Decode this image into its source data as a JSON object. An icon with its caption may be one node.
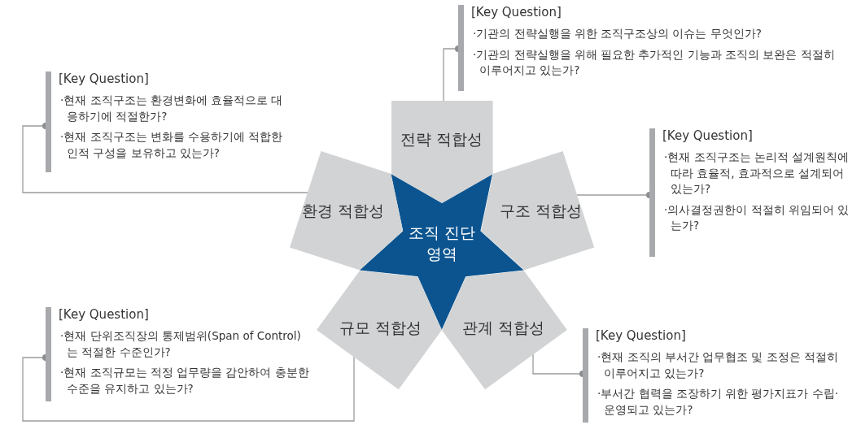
{
  "diagram": {
    "nodes": [
      {
        "text": [
          "조직 진단영역"
        ]
      },
      {
        "text": [
          "전략 적합성"
        ]
      },
      {
        "text": [
          "구조 적합성"
        ]
      },
      {
        "text": [
          "관계 적합성"
        ]
      },
      {
        "text": [
          "규모 적합성"
        ]
      },
      {
        "text": [
          "환경 적합성"
        ]
      },
      {
        "text": [
          "[Key Question]",
          "·기관의 전략실행을 위한 조직구조상의 이슈는 무엇인가?",
          "·기관의 전략실행을 위해 필요한 추가적인 기능과 조직의 보완은 적절히 이루어지고 있는가?"
        ]
      },
      {
        "text": [
          "[Key Question]",
          "·현재 조직구조는 논리적 설계원칙에 따라 효율적, 효과적으로 설계되어 있는가?",
          "·의사결정권한이 적절히 위임되어 있는가?"
        ]
      },
      {
        "text": [
          "[Key Question]",
          "·현재 조직의 부서간 업무협조 및 조정은 적절히 이루어지고 있는가?",
          "·부서간 협력을 조장하기 위한 평가지표가 수립·운영되고 있는가?"
        ]
      },
      {
        "text": [
          "[Key Question]",
          "·현재 단위조직장의 통제범위(Span of Control)는 적절한 수준인가?",
          "·현재 조직규모는 적정 업무량을 감안하여 충분한 수준을 유지하고 있는가?"
        ]
      },
      {
        "text": [
          "[Key Question]",
          "·현재 조직구조는 환경변화에 효율적으로 대응하기에 적절한가?",
          "·현재 조직구조는 변화를 수용하기에 적합한 인적 구성을 보유하고 있는가?"
        ]
      }
    ],
    "edges": [
      {
        "from": 1,
        "to": 6,
        "arrow": "other"
      },
      {
        "from": 2,
        "to": 7,
        "arrow": "other"
      },
      {
        "from": 3,
        "to": 8,
        "arrow": "other"
      },
      {
        "from": 4,
        "to": 9,
        "arrow": "other"
      },
      {
        "from": 5,
        "to": 10,
        "arrow": "other"
      }
    ]
  }
}
